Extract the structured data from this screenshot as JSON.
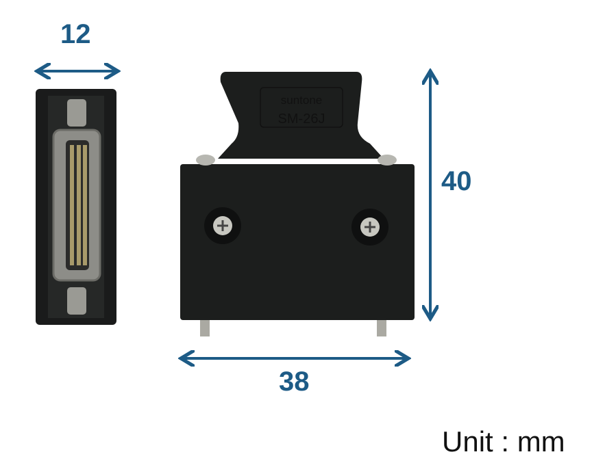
{
  "dimensions": {
    "width_side": "12",
    "height": "40",
    "width_front": "38"
  },
  "unit_label": "Unit : mm",
  "product_marking": {
    "brand": "suntone",
    "model": "SM-26J"
  },
  "colors": {
    "arrow": "#1d5b86",
    "body": "#1c1e1d"
  }
}
